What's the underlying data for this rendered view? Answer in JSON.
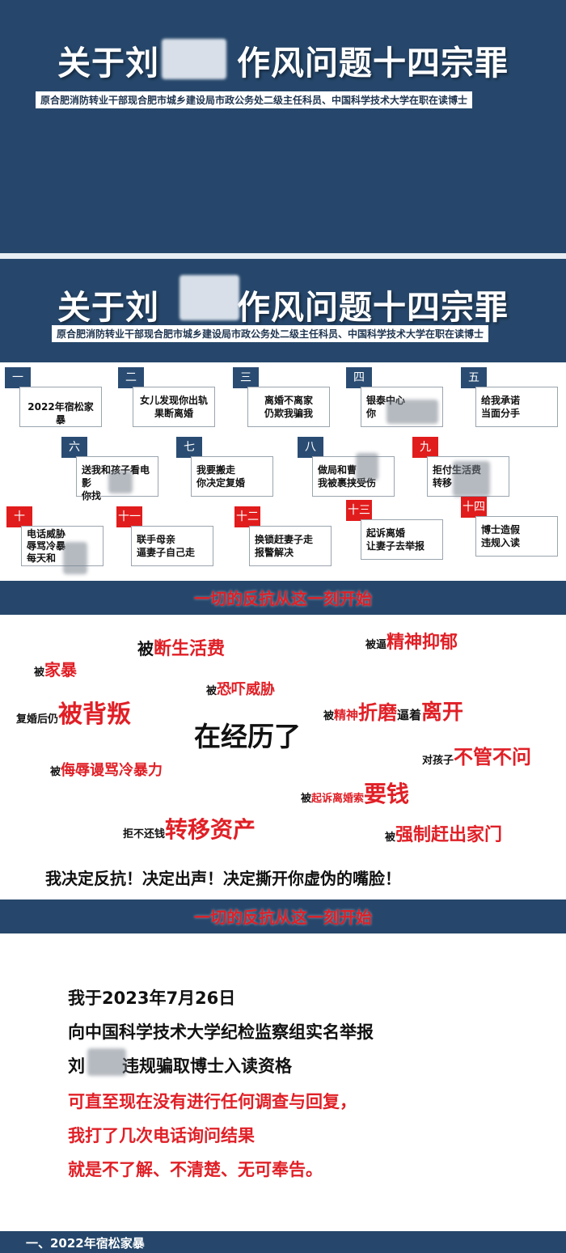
{
  "slide1": {
    "title_left": "关于刘",
    "title_right": "作风问题十四宗罪",
    "subtitle": "原合肥消防转业干部现合肥市城乡建设局市政公务处二级主任科员、中国科学技术大学在职在读博士"
  },
  "slide2": {
    "title_left": "关于刘",
    "title_right": "作风问题十四宗罪",
    "subtitle": "原合肥消防转业干部现合肥市城乡建设局市政公务处二级主任科员、中国科学技术大学在职在读博士"
  },
  "steps": [
    {
      "num": "一",
      "line1": "2022年宿松家暴",
      "line2": ""
    },
    {
      "num": "二",
      "line1": "女儿发现你出轨",
      "line2": "果断离婚"
    },
    {
      "num": "三",
      "line1": "离婚不离家",
      "line2": "仍欺我骗我"
    },
    {
      "num": "四",
      "line1": "银泰中心",
      "line2": "你"
    },
    {
      "num": "五",
      "line1": "给我承诺",
      "line2": "当面分手"
    },
    {
      "num": "六",
      "line1": "送我和孩子看电影",
      "line2": "你找"
    },
    {
      "num": "七",
      "line1": "我要搬走",
      "line2": "你决定复婚"
    },
    {
      "num": "八",
      "line1": "做局和曹",
      "line2": "我被裹挟受伤"
    },
    {
      "num": "九",
      "line1": "拒付生活费",
      "line2": "转移"
    },
    {
      "num": "十",
      "line1": "电话威胁",
      "line2": "辱骂冷暴",
      "line3": "每天和"
    },
    {
      "num": "十一",
      "line1": "联手母亲",
      "line2": "逼妻子自己走"
    },
    {
      "num": "十二",
      "line1": "换锁赶妻子走",
      "line2": "报警解决"
    },
    {
      "num": "十三",
      "line1": "起诉离婚",
      "line2": "让妻子去举报"
    },
    {
      "num": "十四",
      "line1": "博士造假",
      "line2": "违规入读"
    }
  ],
  "banner_text": "一切的反抗从这一刻开始",
  "words": {
    "w1_pre": "被",
    "w1_main": "断生活费",
    "w2_pre": "被逼",
    "w2_main": "精神抑郁",
    "w3_pre": "被",
    "w3_main": "家暴",
    "w4_pre": "被",
    "w4_main": "恐吓威胁",
    "w5_pre": "复婚后仍",
    "w5_main": "被背叛",
    "w6_pre": "被",
    "w6_mid": "精神",
    "w6_main": "折磨",
    "w6_mid2": "逼着",
    "w6_main2": "离开",
    "center": "在经历了",
    "w7_pre": "对孩子",
    "w7_main": "不管不问",
    "w8_pre": "被",
    "w8_main": "侮辱谩骂冷暴力",
    "w9_pre": "被",
    "w9_mid": "起诉离婚索",
    "w9_main": "要钱",
    "w10_pre": "拒不还钱",
    "w10_main": "转移资产",
    "w11_pre": "被",
    "w11_main": "强制赶出家门",
    "decision": "我决定反抗！决定出声！决定撕开你虚伪的嘴脸！"
  },
  "statement": {
    "l1": "我于2023年7月26日",
    "l2": "向中国科学技术大学纪检监察组实名举报",
    "l3a": "刘",
    "l3b": "违规骗取博士入读资格",
    "l4": "可直至现在没有进行任何调查与回复，",
    "l5": "我打了几次电话询问结果",
    "l6": "就是不了解、不清楚、无可奉告。"
  },
  "footer": {
    "heading": "一、2022年宿松家暴"
  },
  "colors": {
    "navy": "#26476b",
    "accent_red": "#e01f26",
    "red_tag": "#e11c1c"
  }
}
